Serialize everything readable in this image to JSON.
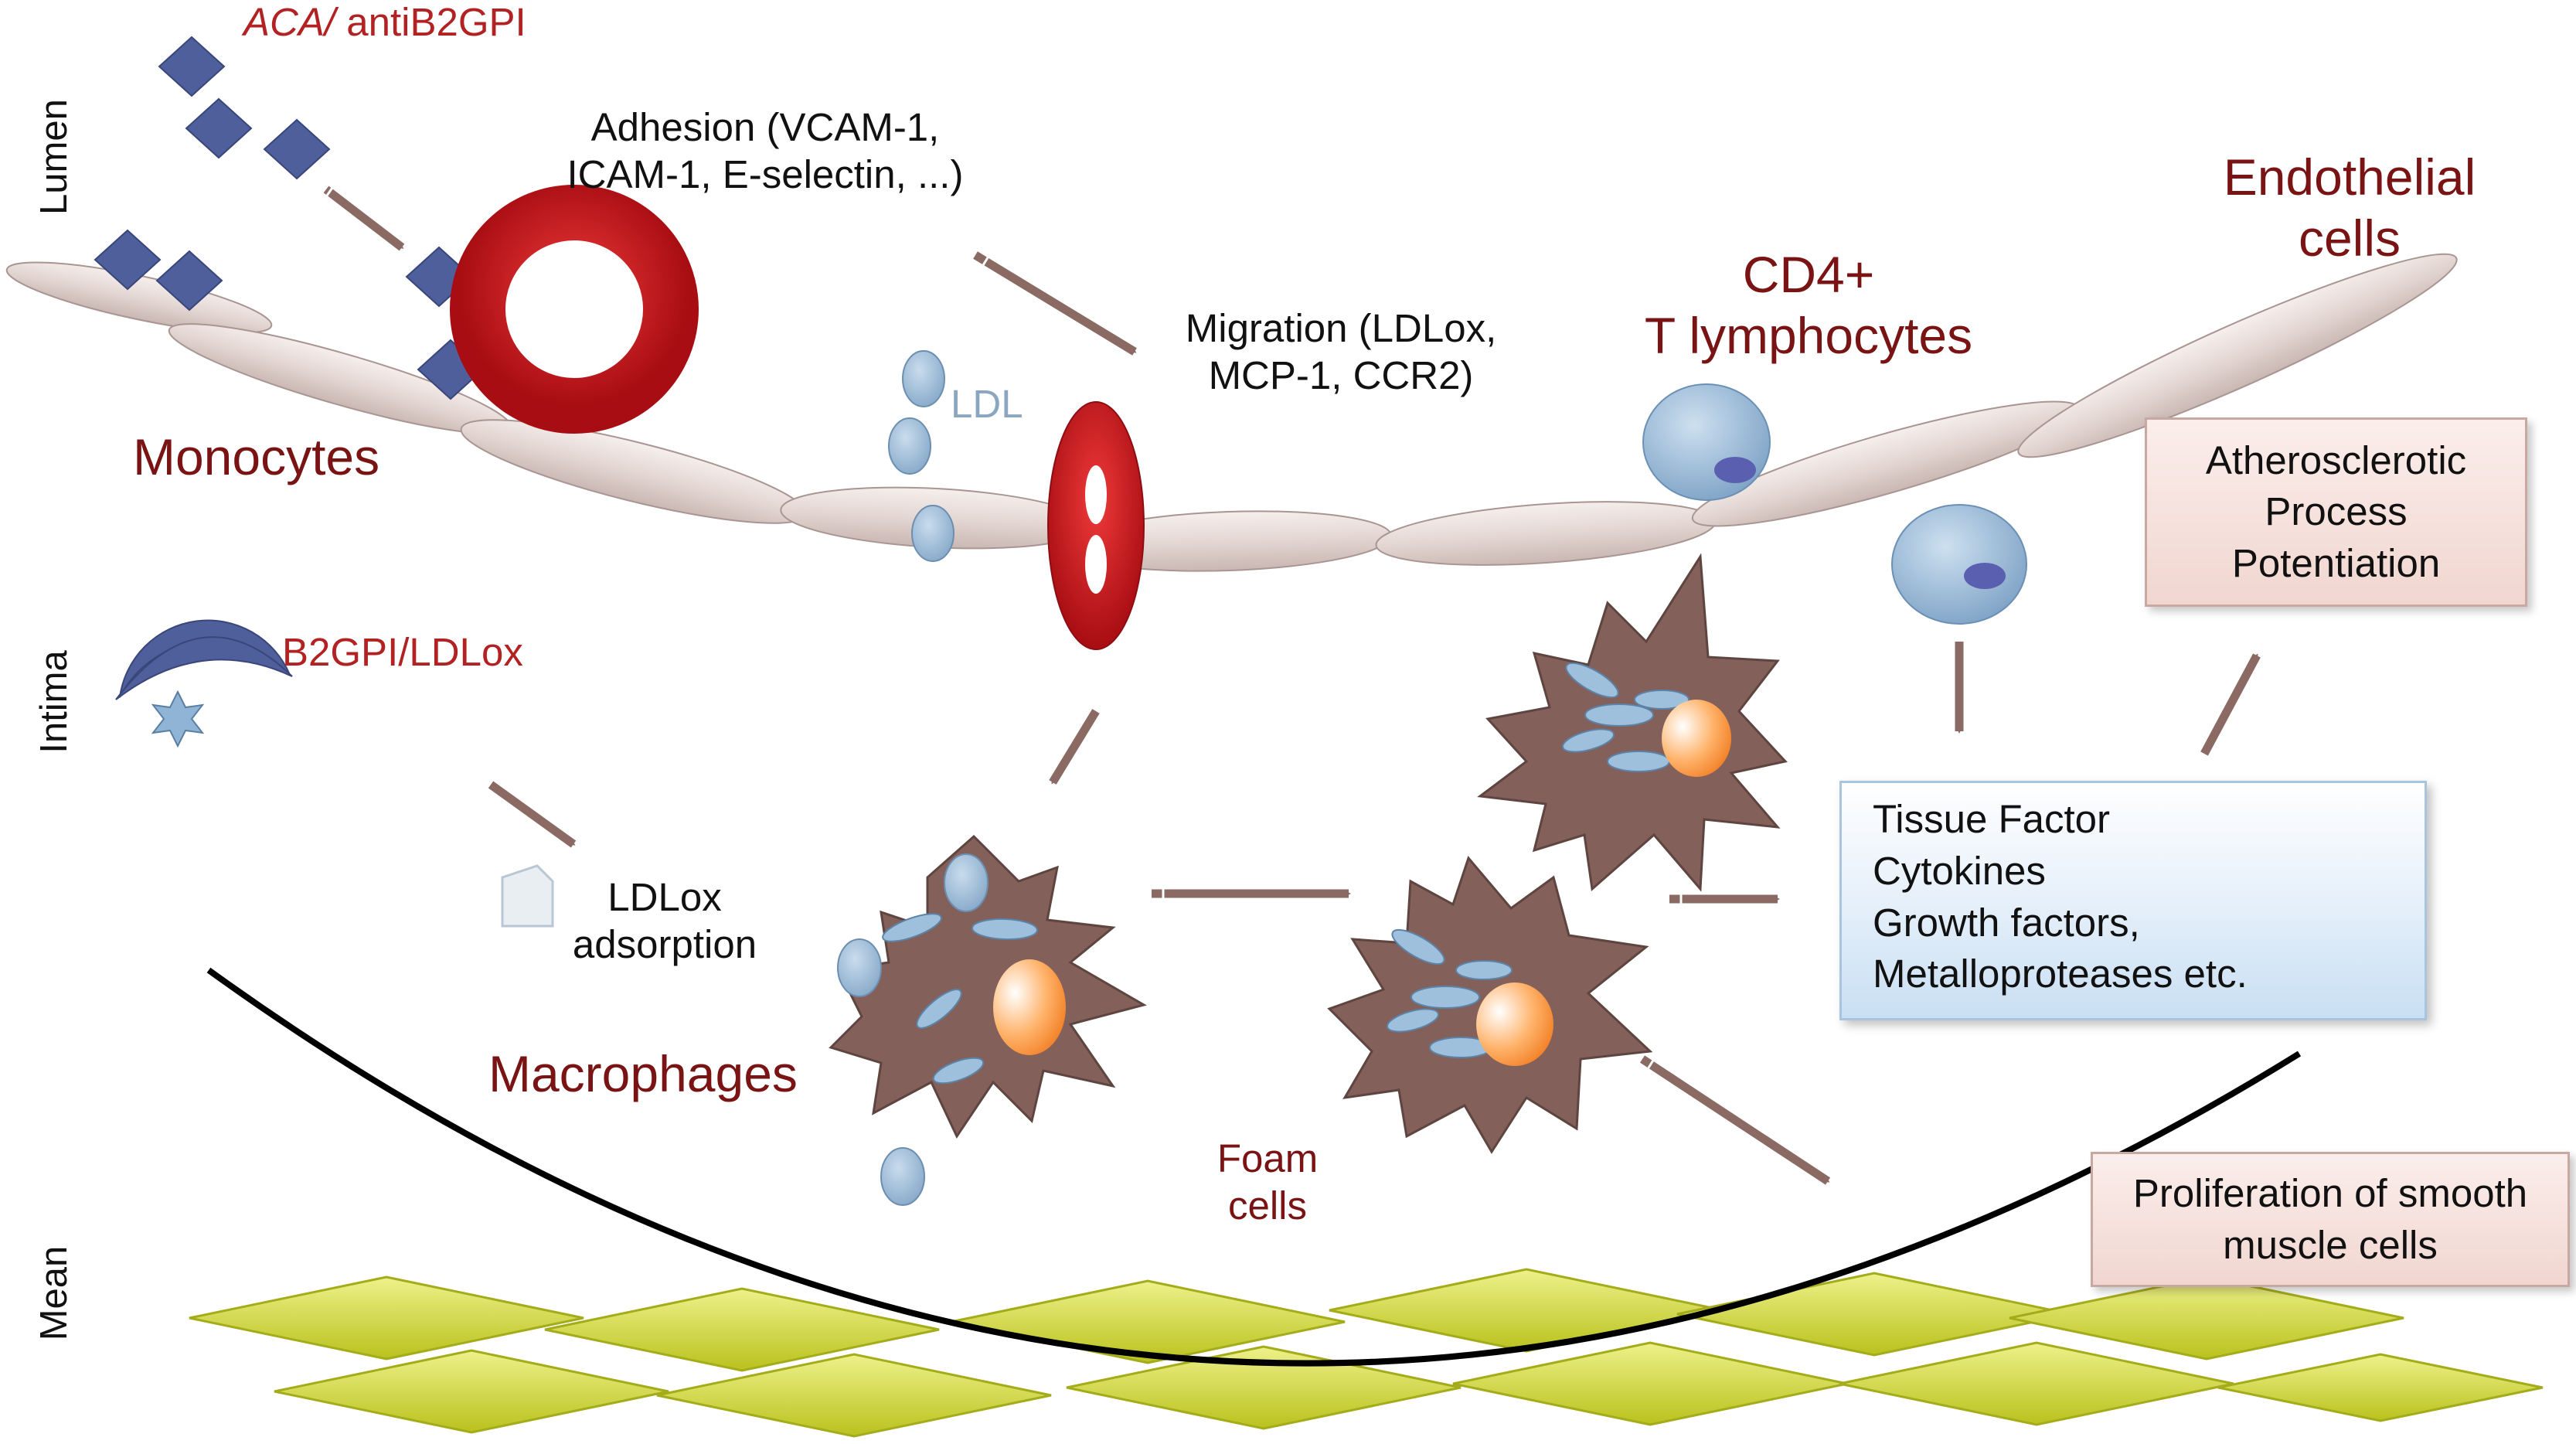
{
  "regions": {
    "lumen": "Lumen",
    "intima": "Intima",
    "mean": "Mean"
  },
  "labels": {
    "aca_italic": "ACA/",
    "aca_rest": " antiB2GPI",
    "adhesion": [
      "Adhesion (VCAM-1,",
      "ICAM-1, E-selectin, ...)"
    ],
    "migration": [
      "Migration (LDLox,",
      "MCP-1, CCR2)"
    ],
    "ldl": "LDL",
    "monocytes": "Monocytes",
    "cd4": [
      "CD4+",
      "T lymphocytes"
    ],
    "endothelial": [
      "Endothelial",
      "cells"
    ],
    "b2gpi": "B2GPI/LDLox",
    "ldlox_adsorption": [
      "LDLox",
      "adsorption"
    ],
    "macrophages": "Macrophages",
    "foam_cells": [
      "Foam",
      "cells"
    ]
  },
  "boxes": {
    "atherosclerotic": [
      "Atherosclerotic",
      "Process",
      "Potentiation"
    ],
    "factors": [
      "Tissue Factor",
      "Cytokines",
      "Growth factors,",
      "Metalloproteases etc."
    ],
    "proliferation": [
      "Proliferation of smooth",
      "muscle cells"
    ]
  },
  "colors": {
    "dark_red_text": "#7a1414",
    "red_text": "#b32222",
    "ldl_text": "#8aa6c1",
    "monocyte_ring": "#c8141c",
    "diamond": "#4f5f9c",
    "endothelium": "#e5d9d6",
    "macrophage": "#84605a",
    "smooth_muscle": "#d3d93a",
    "arrow": "#8a6a63",
    "lymphocyte": "#8fb2d3"
  }
}
